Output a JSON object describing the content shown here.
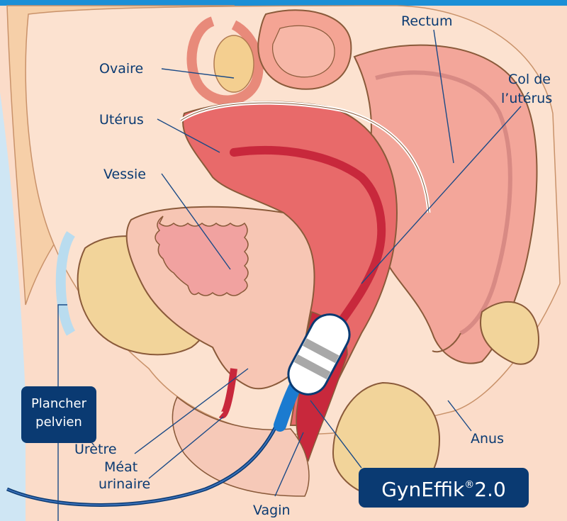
{
  "labels": {
    "ovaire": "Ovaire",
    "uterus": "Utérus",
    "vessie": "Vessie",
    "rectum": "Rectum",
    "col_line1": "Col de",
    "col_line2": "l’utérus",
    "plancher_line1": "Plancher",
    "plancher_line2": "pelvien",
    "uretre": "Urètre",
    "meat_line1": "Méat",
    "meat_line2": "urinaire",
    "vagin": "Vagin",
    "anus": "Anus"
  },
  "brand": {
    "name": "GynEffik",
    "mark": "®",
    "version": "2.0"
  },
  "colors": {
    "navy": "#0a3a72",
    "uterus": "#e86a6a",
    "uterus_dark": "#c8283c",
    "rectum": "#f3a69a",
    "skin": "#fbdcc9",
    "fat": "#f6cfa8",
    "bone": "#f2d49a",
    "probe": "#1b7bd0"
  }
}
